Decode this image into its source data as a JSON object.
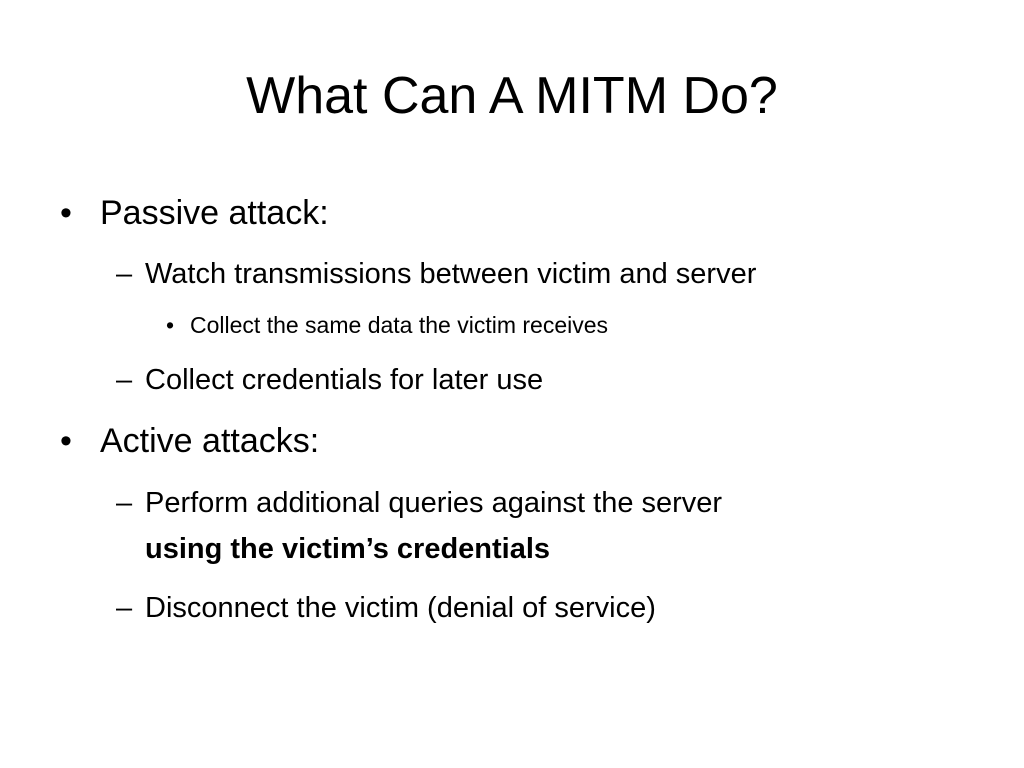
{
  "slide": {
    "title": "What Can A MITM Do?",
    "bullets": [
      {
        "marker": "•",
        "text": "Passive attack:",
        "children": [
          {
            "marker": "–",
            "text": "Watch transmissions between victim and server",
            "children": [
              {
                "marker": "•",
                "text": "Collect the same data the victim receives"
              }
            ]
          },
          {
            "marker": "–",
            "text": "Collect credentials for later use"
          }
        ]
      },
      {
        "marker": "•",
        "text": "Active attacks:",
        "children": [
          {
            "marker": "–",
            "text": "Perform additional queries against the server",
            "continuation_bold": "using the victim’s credentials"
          },
          {
            "marker": "–",
            "text": "Disconnect the victim (denial of service)"
          }
        ]
      }
    ]
  }
}
